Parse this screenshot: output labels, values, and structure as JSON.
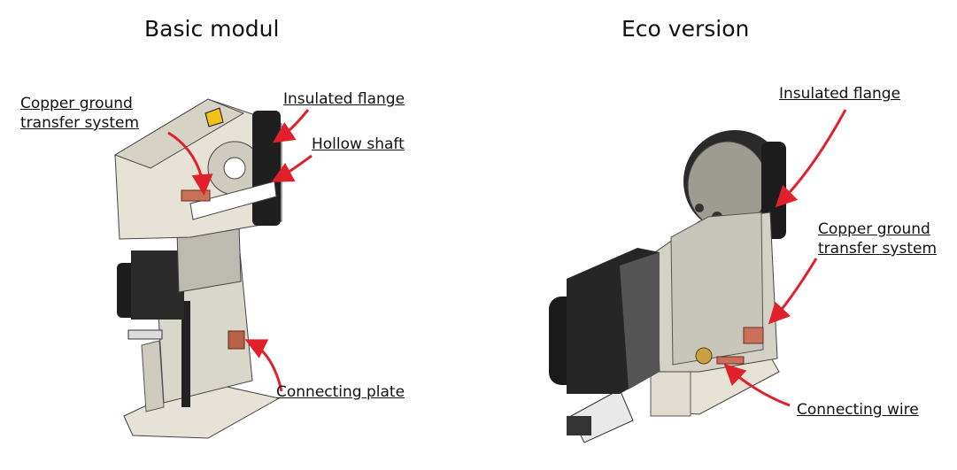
{
  "titles": {
    "basic": "Basic modul",
    "eco": "Eco version"
  },
  "labels": {
    "basic": {
      "copper_line1": "Copper ground",
      "copper_line2": "transfer system",
      "insulated_flange": "Insulated flange",
      "hollow_shaft": "Hollow shaft",
      "connecting_plate": "Connecting plate"
    },
    "eco": {
      "insulated_flange": "Insulated flange",
      "copper_line1": "Copper ground",
      "copper_line2": "transfer system",
      "connecting_wire": "Connecting wire"
    }
  },
  "colors": {
    "arrow": "#e0202a",
    "copper": "#c9705a",
    "body_light": "#e6e3d6",
    "body_mid": "#bdbab0",
    "dark": "#1c1c1c"
  }
}
